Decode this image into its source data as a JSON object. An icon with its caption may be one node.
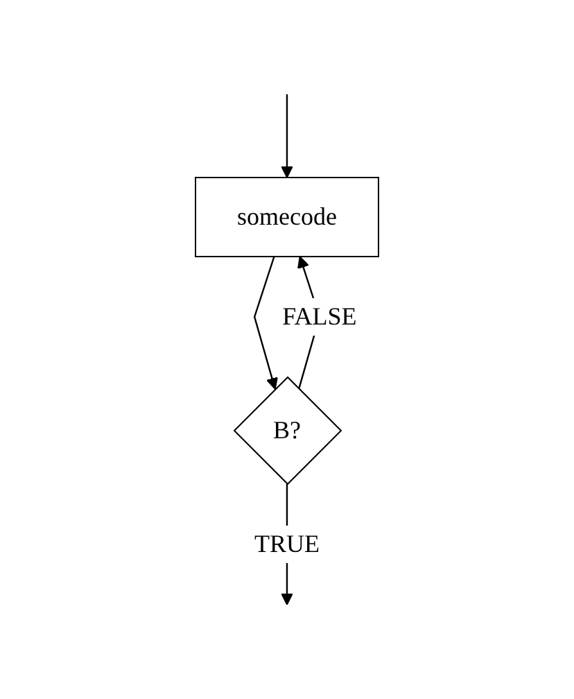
{
  "diagram": {
    "nodes": [
      {
        "text": [
          "somecode"
        ]
      },
      {
        "text": [
          "B?"
        ]
      }
    ],
    "edges": [
      {
        "from": null,
        "to": 0,
        "arrow": "to"
      },
      {
        "from": 0,
        "to": 1,
        "arrow": "to"
      },
      {
        "from": 1,
        "to": 0,
        "arrow": "to",
        "label": "FALSE"
      },
      {
        "from": 1,
        "to": null,
        "arrow": "to",
        "label": "TRUE"
      }
    ]
  }
}
